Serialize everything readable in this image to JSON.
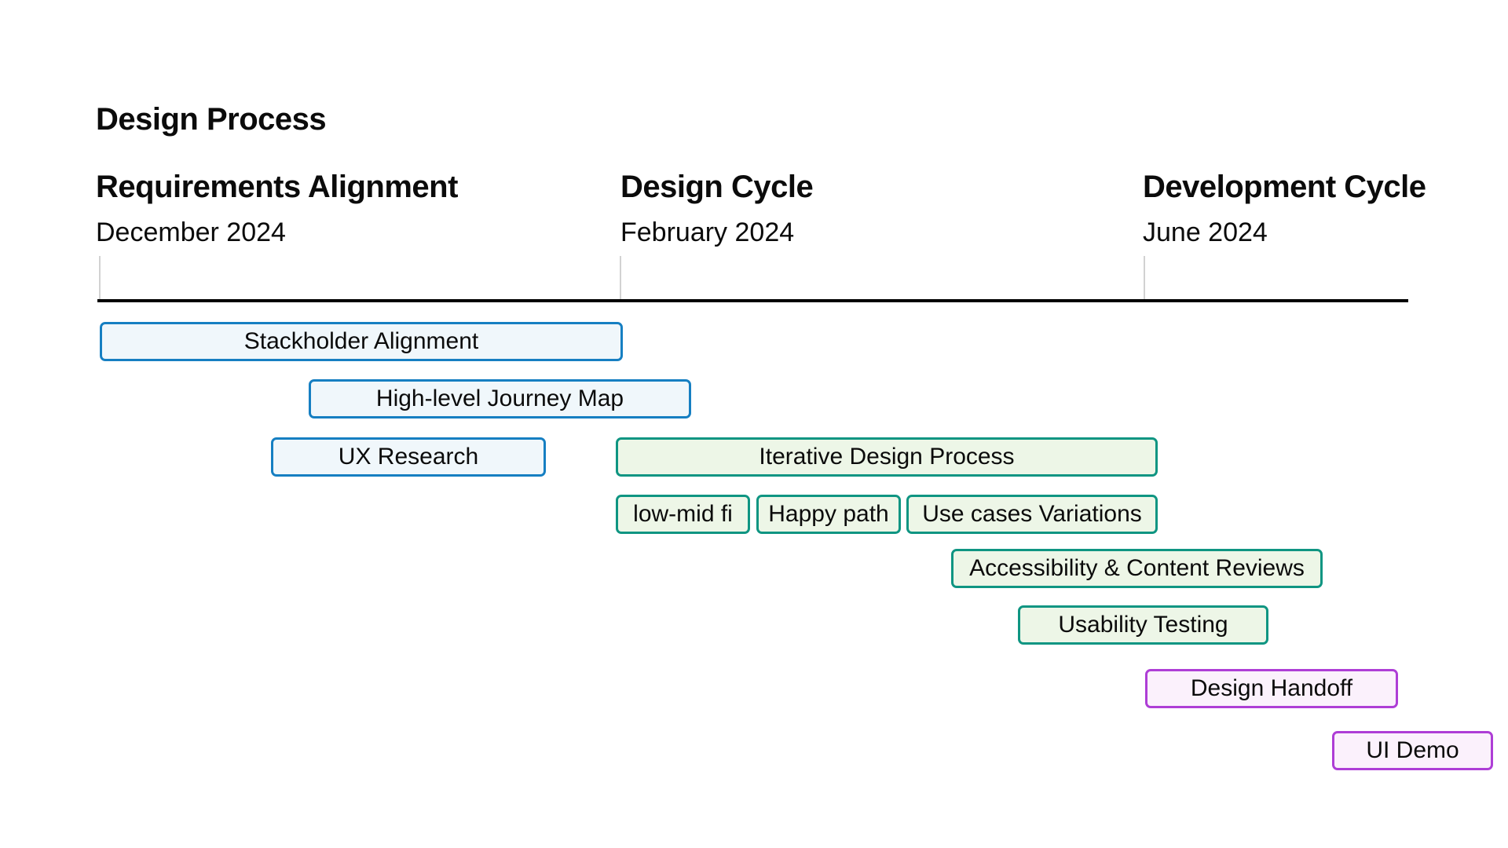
{
  "page": {
    "title": "Design Process"
  },
  "phases": [
    {
      "name": "Requirements Alignment",
      "date": "December 2024"
    },
    {
      "name": "Design Cycle",
      "date": "February 2024"
    },
    {
      "name": "Development Cycle",
      "date": "June 2024"
    }
  ],
  "palette": {
    "blue_border": "#167fc2",
    "blue_fill": "#f0f7fb",
    "green_border": "#0f9582",
    "green_fill": "#edf6e7",
    "purple_border": "#ae3ed6",
    "purple_fill": "#fbf1fc",
    "axis_line": "#000000",
    "tick_line": "#d2d2d2",
    "text": "#0b0b0b"
  },
  "tasks": [
    {
      "label": "Stackholder Alignment",
      "color": "blue"
    },
    {
      "label": "High-level Journey Map",
      "color": "blue"
    },
    {
      "label": "UX Research",
      "color": "blue"
    },
    {
      "label": "Iterative Design Process",
      "color": "green"
    },
    {
      "label": "low-mid fi",
      "color": "green"
    },
    {
      "label": "Happy path",
      "color": "green"
    },
    {
      "label": "Use cases Variations",
      "color": "green"
    },
    {
      "label": "Accessibility & Content Reviews",
      "color": "green"
    },
    {
      "label": "Usability Testing",
      "color": "green"
    },
    {
      "label": "Design Handoff",
      "color": "purple"
    },
    {
      "label": "UI Demo",
      "color": "purple"
    }
  ]
}
